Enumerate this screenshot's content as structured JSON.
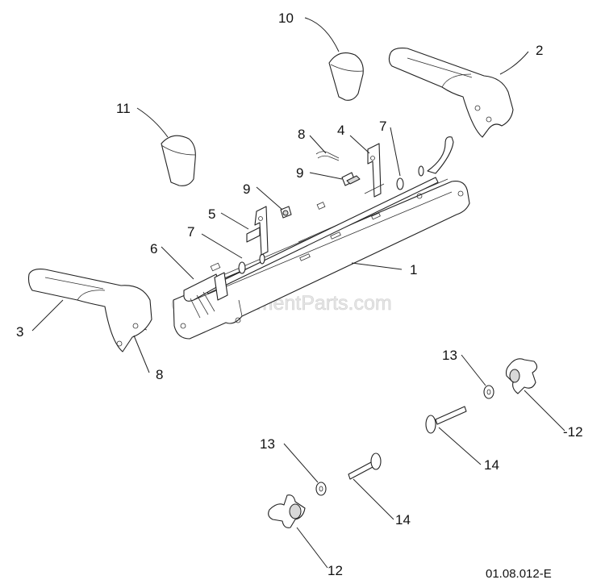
{
  "watermark": "eReplacementParts.com",
  "drawing_id": "01.08.012-E",
  "callouts": {
    "c1": "1",
    "c2": "2",
    "c3": "3",
    "c4": "4",
    "c5": "5",
    "c6": "6",
    "c7a": "7",
    "c7b": "7",
    "c8a": "8",
    "c8b": "8",
    "c9a": "9",
    "c9b": "9",
    "c10": "10",
    "c11": "11",
    "c12a": "-12",
    "c12b": "12",
    "c13a": "13",
    "c13b": "13",
    "c14a": "14",
    "c14b": "14"
  },
  "colors": {
    "line": "#222222",
    "shade": "#d8d8d8",
    "watermark": "#e6e6e6"
  }
}
